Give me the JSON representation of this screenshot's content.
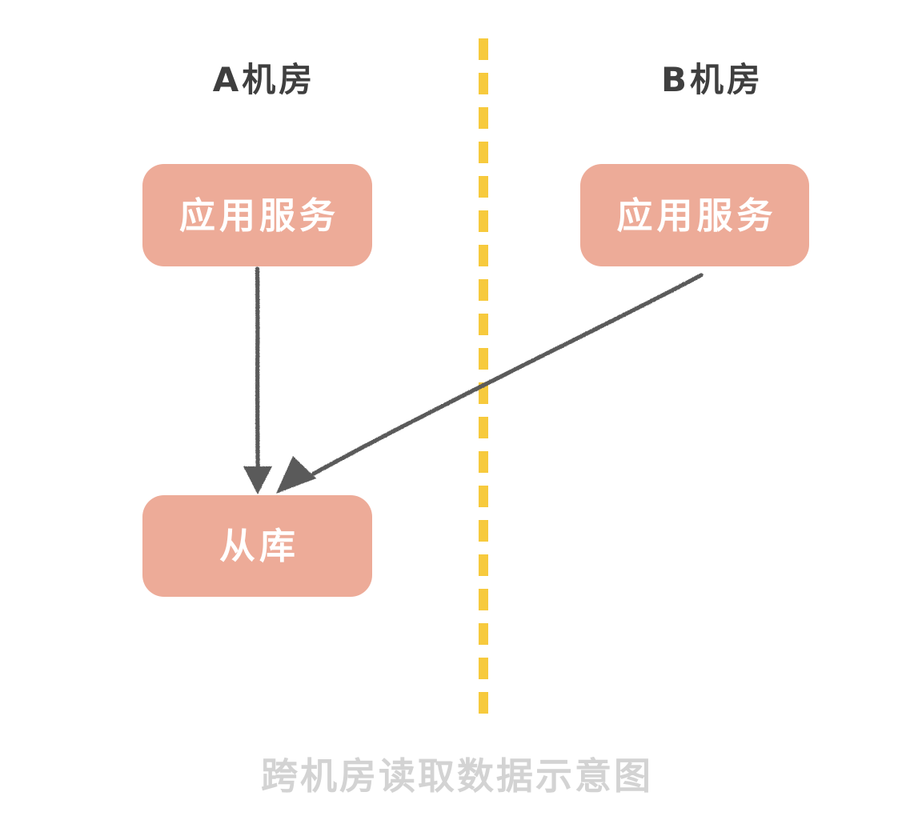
{
  "diagram": {
    "caption": "跨机房读取数据示意图",
    "background_color": "#ffffff",
    "zones": [
      {
        "id": "a",
        "label": "A机房",
        "side": "left"
      },
      {
        "id": "b",
        "label": "B机房",
        "side": "right"
      }
    ],
    "divider": {
      "name": "zone-divider",
      "style": "dashed",
      "orientation": "vertical",
      "color": "#f7ca3d"
    },
    "nodes": [
      {
        "id": "app-a",
        "label": "应用服务",
        "zone": "a",
        "fill": "#edab98",
        "text_color": "#ffffff"
      },
      {
        "id": "app-b",
        "label": "应用服务",
        "zone": "b",
        "fill": "#edab98",
        "text_color": "#ffffff"
      },
      {
        "id": "replica",
        "label": "从库",
        "zone": "a",
        "fill": "#edab98",
        "text_color": "#ffffff"
      }
    ],
    "connections": [
      {
        "id": "app-a-to-replica",
        "from": "app-a",
        "to": "replica",
        "kind": "intra-zone",
        "arrow": "end",
        "color": "#5a5a5a"
      },
      {
        "id": "app-b-to-replica",
        "from": "app-b",
        "to": "replica",
        "kind": "cross-zone",
        "arrow": "end",
        "color": "#5a5a5a"
      }
    ]
  }
}
